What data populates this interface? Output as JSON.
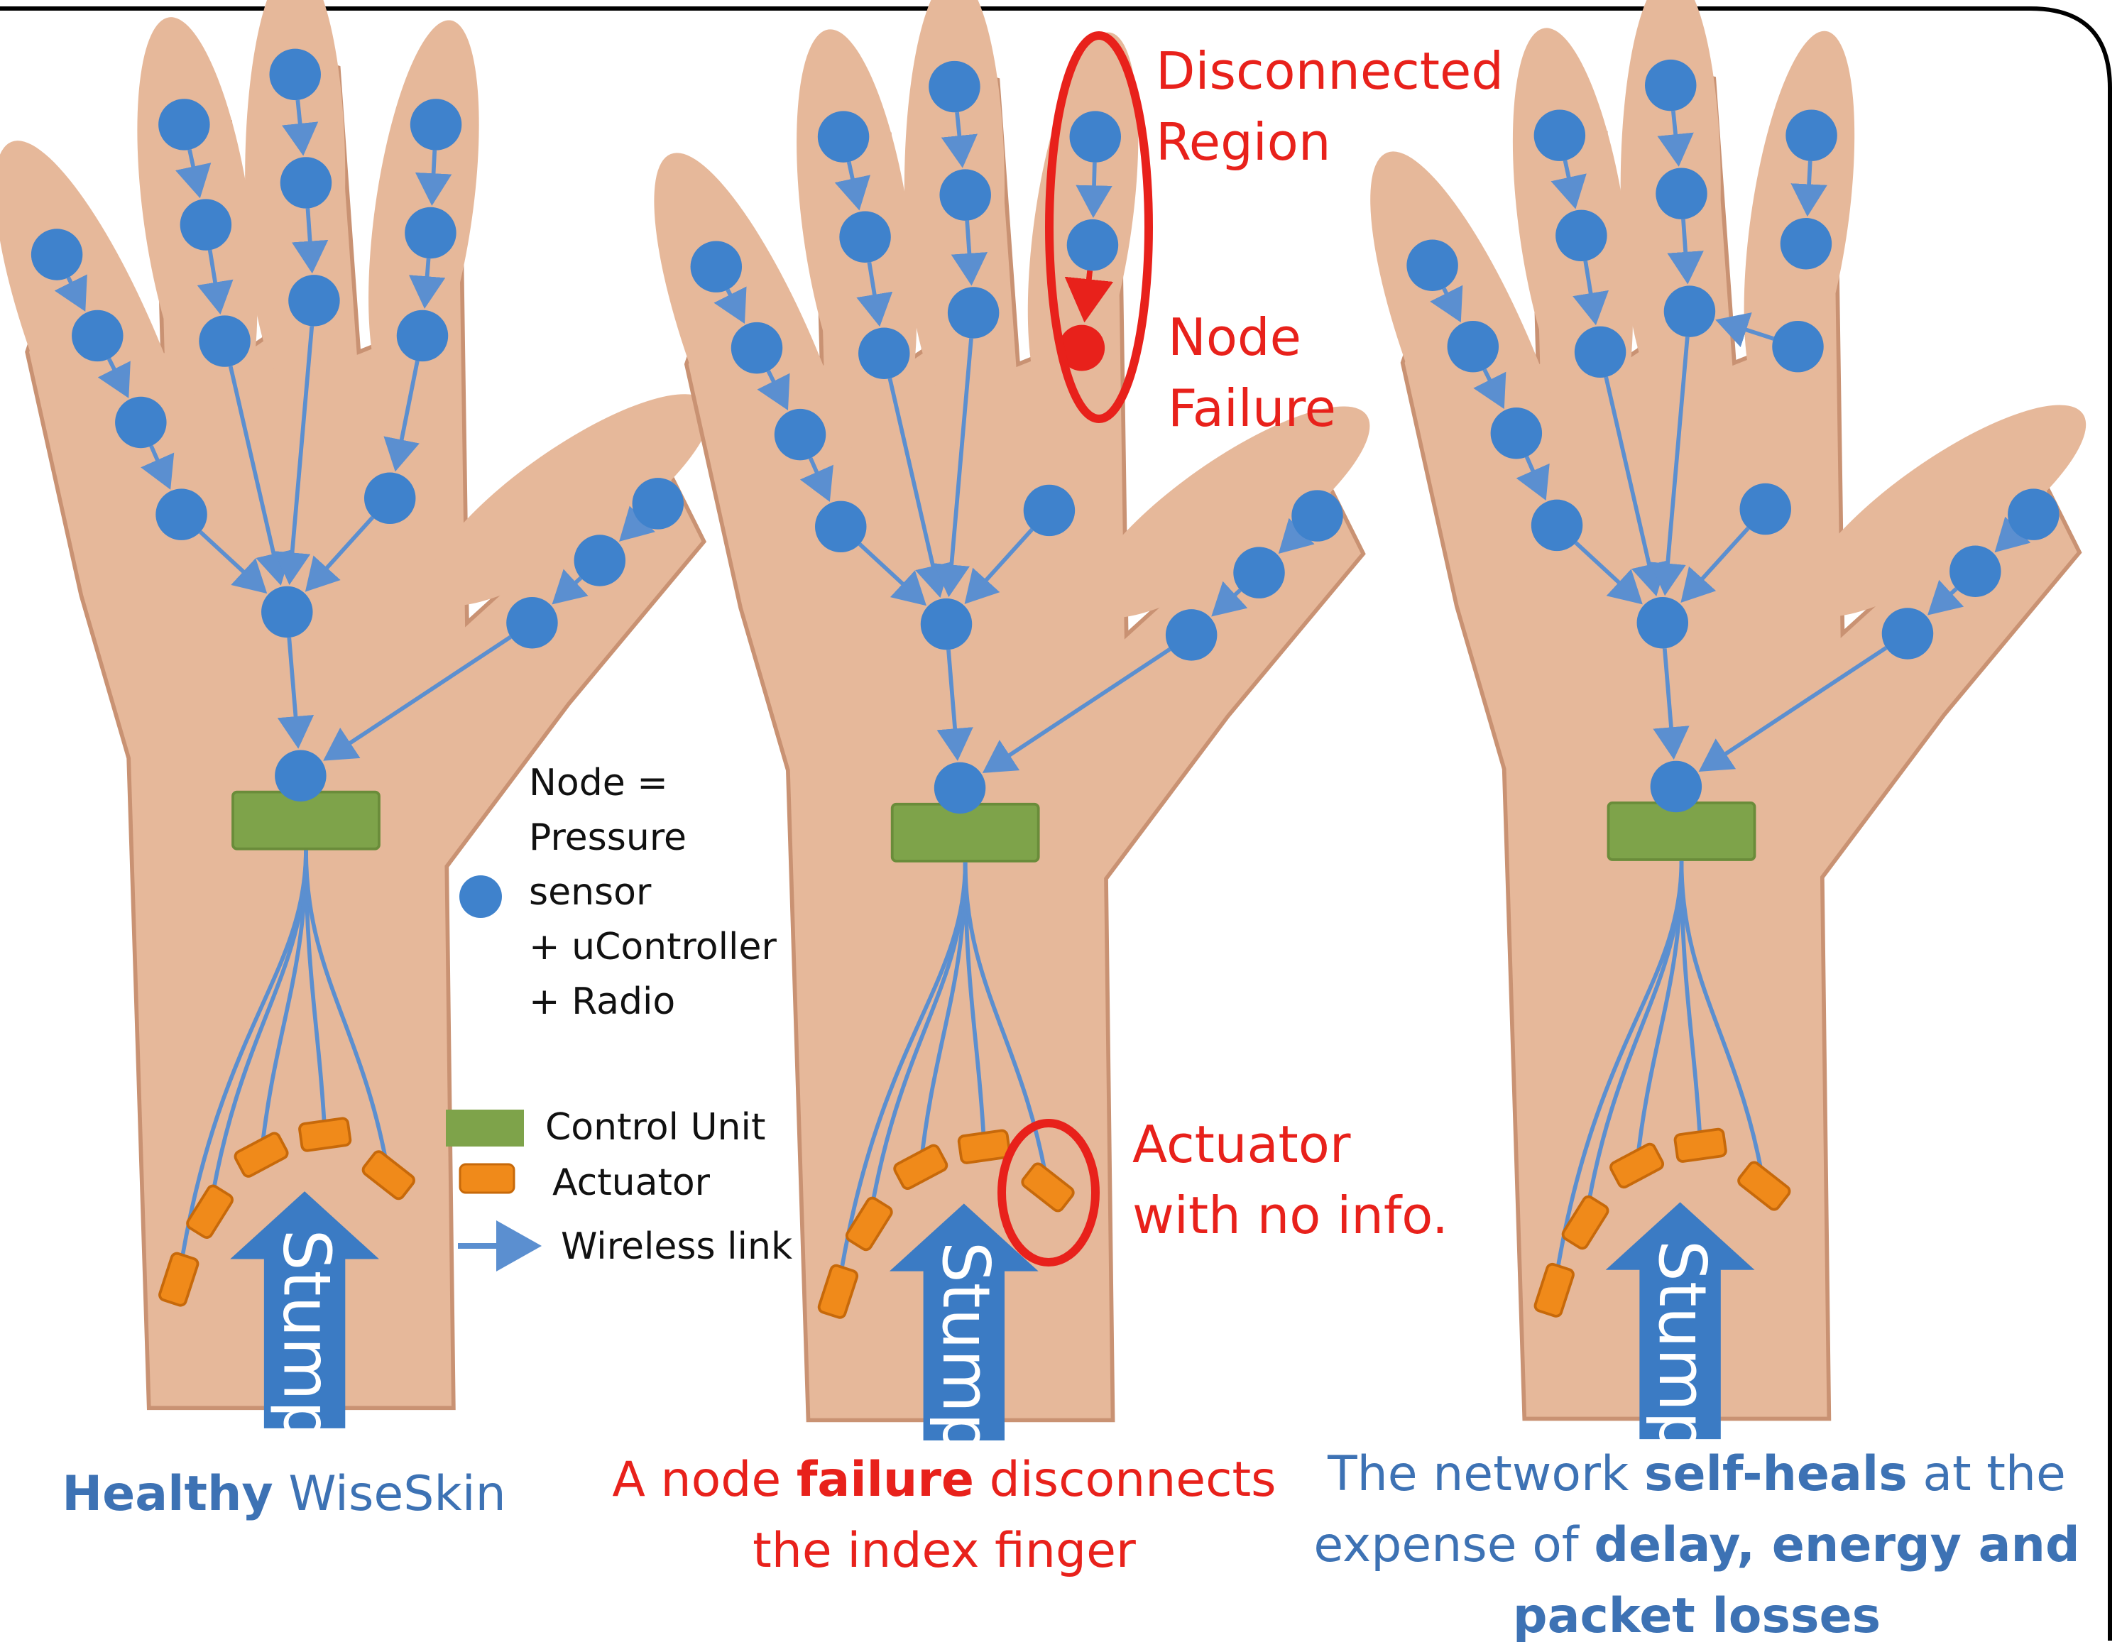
{
  "colors": {
    "node": "#3f82cc",
    "link": "#5b8fd0",
    "control_unit": "#7ea34a",
    "actuator": "#f08a1a",
    "stump_arrow": "#3b7bc4",
    "skin": "#e6b89a",
    "failure": "#e8211b",
    "caption_blue": "#3d72b4"
  },
  "panels": [
    {
      "stump_label": "Stump",
      "caption": {
        "bold": "Healthy",
        "rest": " WiseSkin"
      }
    },
    {
      "stump_label": "Stump",
      "caption_line1": {
        "pre": "A node ",
        "bold": "failure",
        "post": " disconnects"
      },
      "caption_line2": "the index finger",
      "annotations": {
        "disconnected_line1": "Disconnected",
        "disconnected_line2": "Region",
        "node_failure_line1": "Node",
        "node_failure_line2": "Failure",
        "actuator_line1": "Actuator",
        "actuator_line2": "with no info."
      }
    },
    {
      "stump_label": "Stump",
      "caption_line1": {
        "pre": "The network ",
        "bold": "self-heals",
        "post": " at the"
      },
      "caption_line2": {
        "pre": "expense of ",
        "bold": "delay, energy and"
      },
      "caption_line3": {
        "bold": "packet losses"
      }
    }
  ],
  "legend": {
    "node_lines": [
      "Node =",
      "Pressure",
      "sensor",
      "+ uController",
      "+ Radio"
    ],
    "control_unit": "Control Unit",
    "actuator": "Actuator",
    "wireless_link": "Wireless link"
  }
}
